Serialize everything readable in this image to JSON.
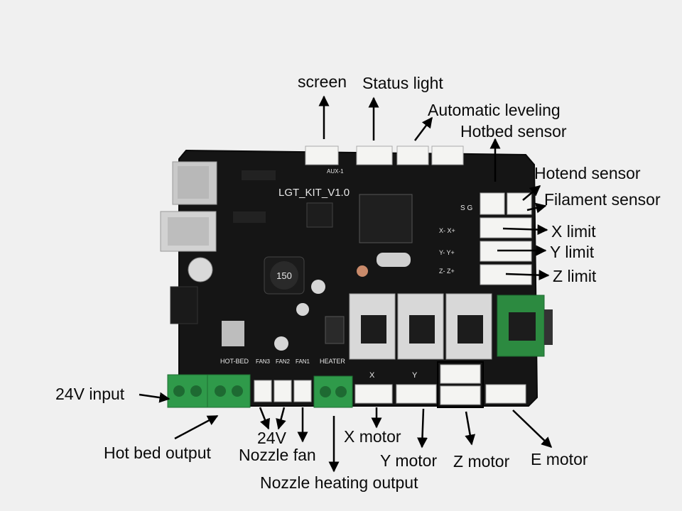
{
  "board": {
    "model": "LGT_KIT_V1.0",
    "silkscreen": {
      "hot_bed": "HOT-BED",
      "fan3": "FAN3",
      "fan2": "FAN2",
      "fan1": "FAN1",
      "heater": "HEATER",
      "aux": "AUX-1",
      "axis_x": "X",
      "axis_y": "Y",
      "inductor": "150",
      "sg": "S  G",
      "x_limit": "X- X+",
      "y_limit": "Y- Y+",
      "z_limit": "Z- Z+"
    }
  },
  "labels": {
    "screen": "screen",
    "status_light": "Status light",
    "automatic_leveling": "Automatic leveling",
    "hotbed_sensor": "Hotbed sensor",
    "hotend_sensor": "Hotend sensor",
    "filament_sensor": "Filament sensor",
    "x_limit": "X limit",
    "y_limit": "Y limit",
    "z_limit": "Z limit",
    "input_24v": "24V input",
    "hot_bed_output": "Hot bed output",
    "v24": "24V",
    "nozzle_fan": "Nozzle fan",
    "nozzle_heating_output": "Nozzle heating output",
    "x_motor": "X motor",
    "y_motor": "Y motor",
    "z_motor": "Z motor",
    "e_motor": "E motor"
  },
  "colors": {
    "background": "#f0f0f0",
    "pcb": "#151515",
    "connector": "#f4f4f2",
    "terminal_block": "#2f9a4a",
    "driver_board": "#d8d8d8",
    "driver_green": "#2c8a40",
    "heatsink": "#1c1c1c",
    "arrow": "#000000"
  }
}
